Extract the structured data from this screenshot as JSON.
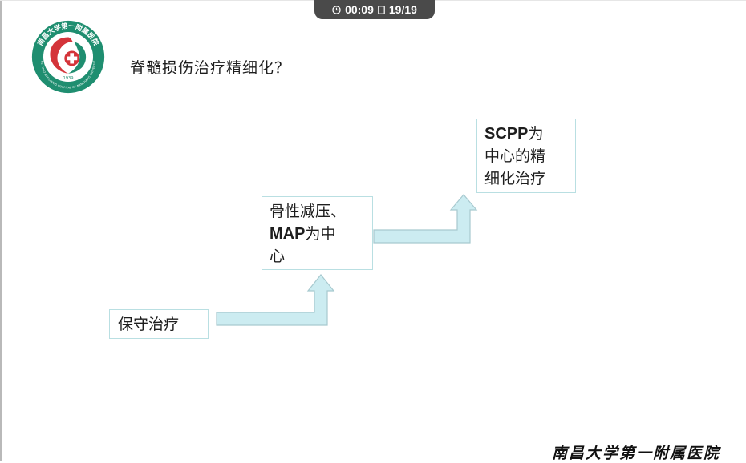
{
  "player": {
    "elapsed": "00:09",
    "slide_counter": "19/19"
  },
  "slide": {
    "title": "脊髓损伤治疗精细化？",
    "steps": [
      {
        "lines": [
          "保守治疗"
        ]
      },
      {
        "lines": [
          "骨性减压、",
          "MAP为中",
          "心"
        ]
      },
      {
        "lines": [
          "SCPP为",
          "中心的精",
          "细化治疗"
        ]
      }
    ],
    "footer": "南昌大学第一附属医院"
  },
  "logo": {
    "year": "1939"
  },
  "colors": {
    "arrow_fill": "#ccecf1",
    "arrow_stroke": "#a7c9cf",
    "box_border": "#b9dfe2",
    "logo_green": "#1f8e70",
    "logo_red": "#d4343a",
    "status_bar_bg": "#4a4a4a"
  },
  "icons": {
    "timer": "clock-icon",
    "slides": "slide-page-icon",
    "logo_cross": "medical-cross-icon"
  }
}
